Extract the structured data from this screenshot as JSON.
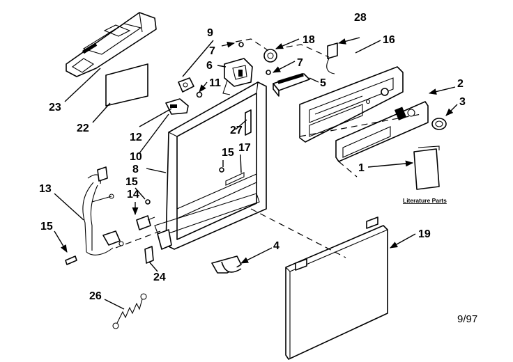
{
  "callouts": {
    "c1": "1",
    "c2": "2",
    "c3": "3",
    "c4": "4",
    "c5": "5",
    "c6": "6",
    "c7a": "7",
    "c7b": "7",
    "c8": "8",
    "c9": "9",
    "c10": "10",
    "c11": "11",
    "c12": "12",
    "c13": "13",
    "c14": "14",
    "c15a": "15",
    "c15b": "15",
    "c15c": "15",
    "c16": "16",
    "c17": "17",
    "c18": "18",
    "c19": "19",
    "c22": "22",
    "c23": "23",
    "c24": "24",
    "c26": "26",
    "c27": "27",
    "c28": "28"
  },
  "literature_label": "Literature Parts",
  "date_code": "9/97"
}
